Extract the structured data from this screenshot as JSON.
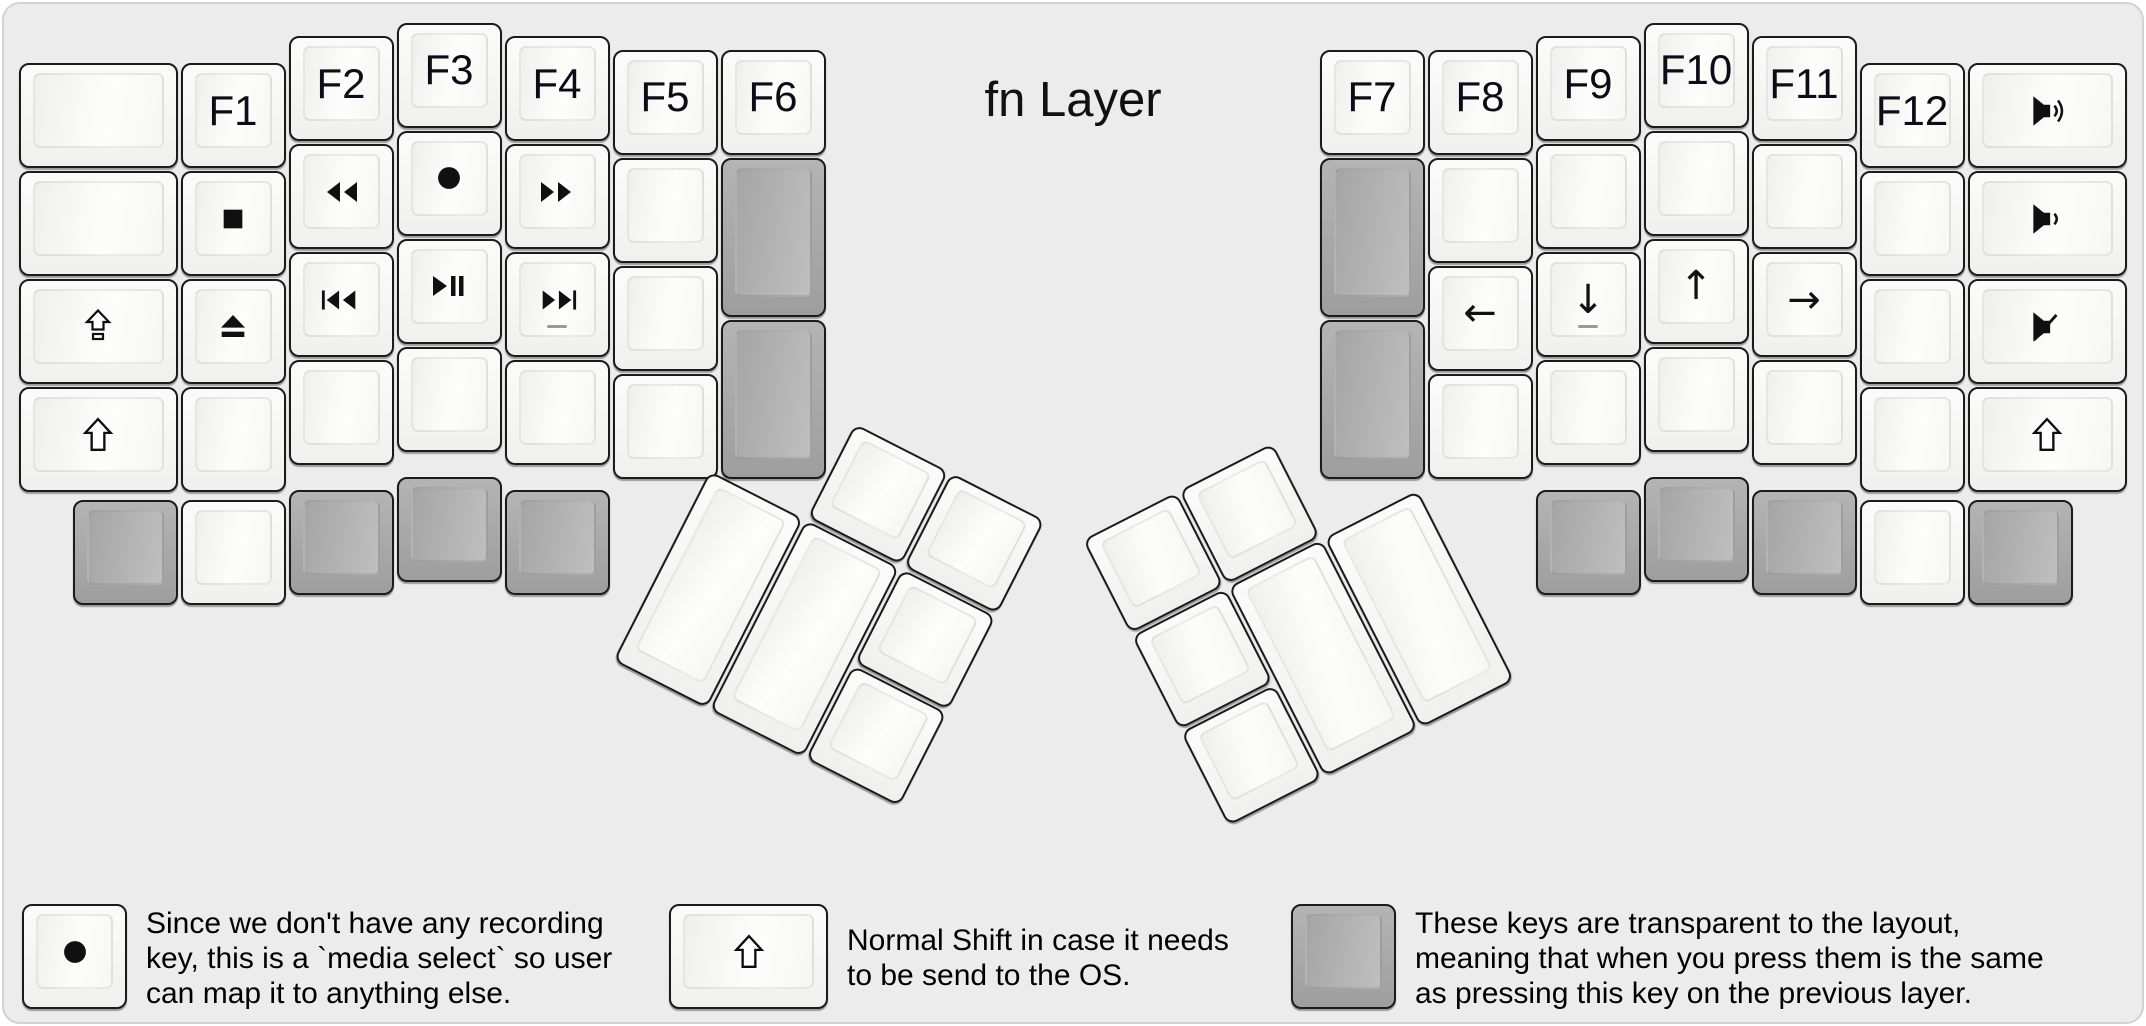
{
  "title": "fn Layer",
  "colors": {
    "background": "#ececec",
    "key_white": "#f6f6f4",
    "key_gray": "#a9a9a9",
    "key_border": "#1b1b1b",
    "text": "#000000"
  },
  "left_half": {
    "columns": [
      {
        "keys": [
          {},
          {},
          {
            "icon": "caps-lock"
          },
          {
            "icon": "shift"
          }
        ]
      },
      {
        "keys": [
          {
            "label": "F1"
          },
          {
            "icon": "stop"
          },
          {
            "icon": "eject"
          },
          {}
        ]
      },
      {
        "keys": [
          {
            "label": "F2"
          },
          {
            "icon": "rewind"
          },
          {
            "icon": "prev-track"
          },
          {}
        ]
      },
      {
        "keys": [
          {
            "label": "F3"
          },
          {
            "icon": "record"
          },
          {
            "icon": "play-pause"
          },
          {}
        ]
      },
      {
        "keys": [
          {
            "label": "F4"
          },
          {
            "icon": "fast-forward"
          },
          {
            "icon": "next-track",
            "homing": true
          },
          {}
        ]
      },
      {
        "keys": [
          {
            "label": "F5"
          },
          {},
          {},
          {}
        ]
      },
      {
        "keys": [
          {
            "label": "F6"
          },
          {
            "color": "gray",
            "tall": true
          },
          {
            "color": "gray",
            "tall": true
          }
        ]
      }
    ],
    "bottom_row": [
      {
        "color": "gray"
      },
      {
        "color": "white"
      },
      {
        "color": "gray"
      },
      {
        "color": "gray"
      },
      {
        "color": "gray"
      }
    ],
    "thumb_keys": [
      {},
      {},
      {},
      {},
      {},
      {}
    ]
  },
  "right_half": {
    "columns": [
      {
        "keys": [
          {
            "label": "F7"
          },
          {
            "color": "gray",
            "tall": true
          },
          {
            "color": "gray",
            "tall": true
          }
        ]
      },
      {
        "keys": [
          {
            "label": "F8"
          },
          {},
          {
            "icon": "arrow-left"
          },
          {}
        ]
      },
      {
        "keys": [
          {
            "label": "F9"
          },
          {},
          {
            "icon": "arrow-down",
            "homing": true
          },
          {}
        ]
      },
      {
        "keys": [
          {
            "label": "F10"
          },
          {},
          {
            "icon": "arrow-up"
          },
          {}
        ]
      },
      {
        "keys": [
          {
            "label": "F11"
          },
          {},
          {
            "icon": "arrow-right"
          },
          {}
        ]
      },
      {
        "keys": [
          {
            "label": "F12"
          },
          {},
          {},
          {}
        ]
      },
      {
        "keys": [
          {
            "icon": "volume-up"
          },
          {
            "icon": "volume-down"
          },
          {
            "icon": "volume-mute"
          },
          {
            "icon": "shift"
          }
        ]
      }
    ],
    "bottom_row": [
      {
        "color": "gray"
      },
      {
        "color": "gray"
      },
      {
        "color": "gray"
      },
      {
        "color": "white"
      },
      {
        "color": "gray"
      }
    ],
    "thumb_keys": [
      {},
      {},
      {},
      {},
      {},
      {}
    ]
  },
  "legend": [
    {
      "key": {
        "icon": "record",
        "color": "white",
        "width": 1
      },
      "lines": [
        "Since we don't have any recording",
        "key, this is a `media select` so user",
        "can map it to anything else."
      ]
    },
    {
      "key": {
        "icon": "shift",
        "color": "white",
        "width": 1.5
      },
      "lines": [
        "Normal Shift in case it needs",
        "to be send to the OS."
      ]
    },
    {
      "key": {
        "color": "gray",
        "width": 1
      },
      "lines": [
        "These keys are transparent to the layout,",
        "meaning that when you press them is the same",
        "as pressing this key on the previous layer."
      ]
    }
  ]
}
